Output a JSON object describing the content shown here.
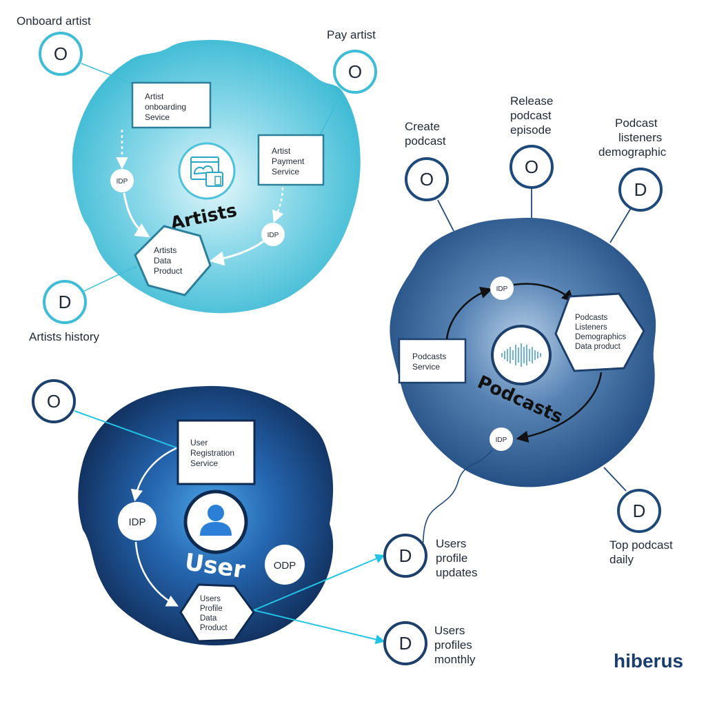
{
  "artists": {
    "title": "Artists",
    "onboard_label": "Onboard artist",
    "pay_label": "Pay artist",
    "history_label": "Artists history",
    "onboard_marker": "O",
    "pay_marker": "O",
    "history_marker": "D",
    "onboarding_service": [
      "Artist",
      "onboarding",
      "Sevice"
    ],
    "payment_service": [
      "Artist",
      "Payment",
      "Service"
    ],
    "idp_left": "IDP",
    "idp_right": "IDP",
    "data_product": [
      "Artists",
      "Data",
      "Product"
    ]
  },
  "podcasts": {
    "title": "Podcasts",
    "create_label": [
      "Create",
      "podcast"
    ],
    "release_label": [
      "Release",
      "podcast",
      "episode"
    ],
    "demographic_label": [
      "Podcast",
      "listeners",
      "demographic"
    ],
    "top_label": [
      "Top podcast",
      "daily"
    ],
    "create_marker": "O",
    "release_marker": "O",
    "demographic_marker": "D",
    "top_marker": "D",
    "service": [
      "Podcasts",
      "Service"
    ],
    "idp_top": "IDP",
    "idp_bottom": "IDP",
    "data_product": [
      "Podcasts",
      "Listeners",
      "Demographics",
      "Data product"
    ]
  },
  "user": {
    "title": "User",
    "registration_marker": "O",
    "registration_service": [
      "User",
      "Registration",
      "Service"
    ],
    "idp": "IDP",
    "odp": "ODP",
    "data_product": [
      "Users",
      "Profile",
      "Data",
      "Product"
    ],
    "updates_marker": "D",
    "updates_label": [
      "Users",
      "profile",
      "updates"
    ],
    "monthly_marker": "D",
    "monthly_label": [
      "Users",
      "profiles",
      "monthly"
    ]
  },
  "brand": "hiberus",
  "colors": {
    "artists_fill": "#3fbdd6",
    "podcasts_fill": "#2c5a8e",
    "user_fill": "#173f78",
    "marker_light": "#3fbdd6",
    "marker_dark": "#1d4a7a",
    "connector": "#22c4e4",
    "brand": "#1b3d6e"
  }
}
